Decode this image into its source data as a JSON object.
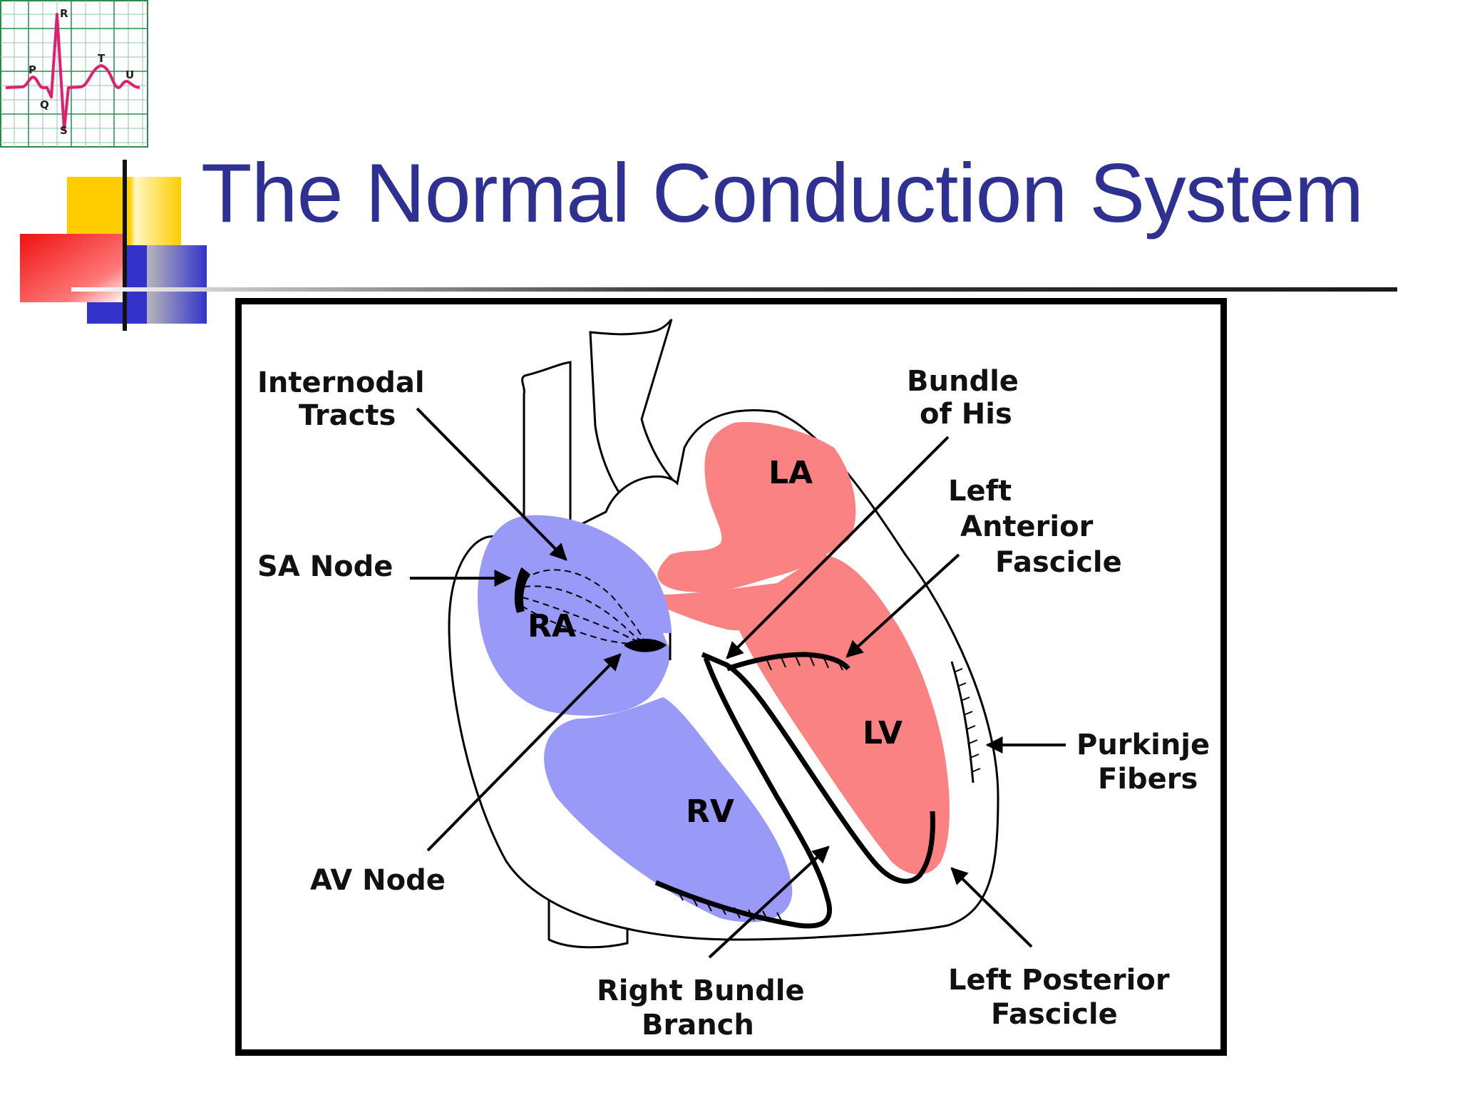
{
  "slide": {
    "title": "The Normal Conduction System"
  },
  "ecg_logo": {
    "icon": "ecg-waveform-icon",
    "wave_labels": {
      "p": "P",
      "q": "Q",
      "r": "R",
      "s": "S",
      "t": "T",
      "u": "U"
    }
  },
  "diagram": {
    "chambers": {
      "ra": "RA",
      "rv": "RV",
      "la": "LA",
      "lv": "LV"
    },
    "labels": {
      "internodal_line1": "Internodal",
      "internodal_line2": "Tracts",
      "sa_node": "SA Node",
      "av_node": "AV Node",
      "bundle_his_line1": "Bundle",
      "bundle_his_line2": "of His",
      "laf_line1": "Left",
      "laf_line2": "Anterior",
      "laf_line3": "Fascicle",
      "purkinje_line1": "Purkinje",
      "purkinje_line2": "Fibers",
      "rbb_line1": "Right Bundle",
      "rbb_line2": "Branch",
      "lpf_line1": "Left Posterior",
      "lpf_line2": "Fascicle"
    }
  },
  "colors": {
    "title": "#2e3192",
    "right_heart": "#9999f8",
    "left_heart": "#fa8282",
    "ecg_trace": "#e0206e",
    "ecg_grid": "#2a8a50",
    "deco_yellow": "#ffcc00",
    "deco_red": "#ee1111",
    "deco_blue": "#3333cc"
  }
}
